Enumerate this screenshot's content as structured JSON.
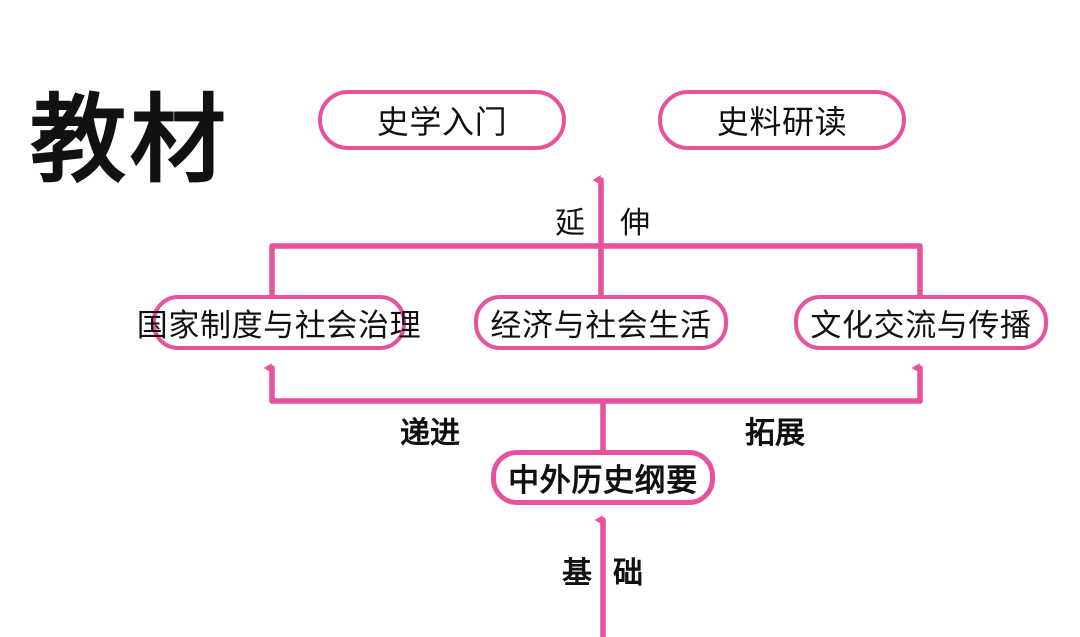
{
  "title": "教材",
  "theme": {
    "edge_color": "#e8519c",
    "text_color": "#111111",
    "background": "#ffffff"
  },
  "nodes": {
    "top_row": [
      {
        "id": "shixue-rumen",
        "label": "史学入门"
      },
      {
        "id": "shiliao-yandu",
        "label": "史料研读"
      }
    ],
    "middle_row": [
      {
        "id": "guojia-zhidu",
        "label": "国家制度与社会治理"
      },
      {
        "id": "jingji-shehui",
        "label": "经济与社会生活"
      },
      {
        "id": "wenhua-jiaoliu",
        "label": "文化交流与传播"
      }
    ],
    "base_row": [
      {
        "id": "zhongwai-lishi",
        "label": "中外历史纲要"
      }
    ]
  },
  "edge_labels": {
    "yanshen": {
      "part_a": "延",
      "part_b": "伸",
      "full": "延伸"
    },
    "dijin": "递进",
    "tuozhan": "拓展",
    "jichu": {
      "part_a": "基",
      "part_b": "础",
      "full": "基础"
    }
  },
  "chart_data": {
    "type": "diagram",
    "title": "教材",
    "layers": [
      {
        "level": "extension",
        "relation": "延伸",
        "items": [
          "史学入门",
          "史料研读"
        ]
      },
      {
        "level": "elective",
        "relation_left": "递进",
        "relation_right": "拓展",
        "items": [
          "国家制度与社会治理",
          "经济与社会生活",
          "文化交流与传播"
        ]
      },
      {
        "level": "foundation",
        "relation": "基础",
        "items": [
          "中外历史纲要"
        ]
      }
    ],
    "flow": "bottom-up"
  }
}
